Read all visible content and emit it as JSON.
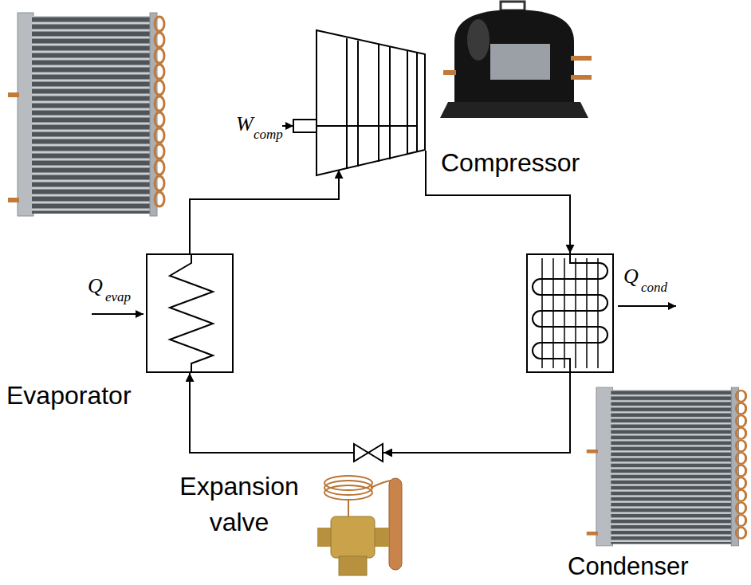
{
  "diagram": {
    "nodes": [
      {
        "text": [
          "Compressor"
        ]
      },
      {
        "text": [
          "Evaporator"
        ]
      },
      {
        "text": [
          "Condenser"
        ]
      },
      {
        "text": [
          "Expansion valve"
        ]
      }
    ],
    "edges": [
      {
        "from": 0,
        "to": 2,
        "arrow": "to"
      },
      {
        "from": 2,
        "to": 3,
        "arrow": "to"
      },
      {
        "from": 3,
        "to": 1,
        "arrow": "to"
      },
      {
        "from": 1,
        "to": 0,
        "arrow": "to"
      }
    ],
    "labels": [
      "W",
      "comp",
      "Q",
      "evap",
      "Q",
      "cond"
    ]
  }
}
